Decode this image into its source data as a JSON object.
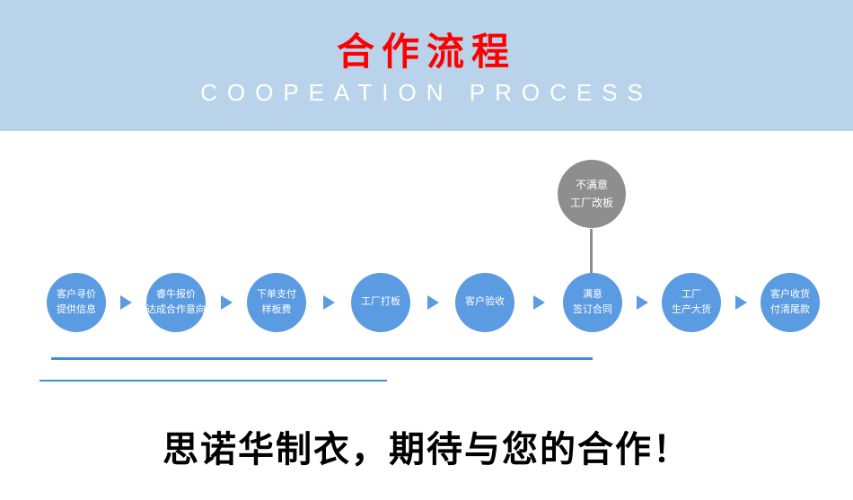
{
  "banner": {
    "title": "合作流程",
    "subtitle": "COOPEATION PROCESS"
  },
  "flow": {
    "alt_node": {
      "text": "不满意\n工厂改板"
    },
    "steps": [
      {
        "text": "客户寻价\n提供信息"
      },
      {
        "text": "睿牛报价\n达成合作意向"
      },
      {
        "text": "下单支付\n样板费"
      },
      {
        "text": "工厂打板"
      },
      {
        "text": "客户验收"
      },
      {
        "text": "满意\n签订合同"
      },
      {
        "text": "工厂\n生产大货"
      },
      {
        "text": "客户收货\n付清尾款"
      }
    ]
  },
  "footer": {
    "slogan": "思诺华制衣，期待与您的合作！"
  },
  "colors": {
    "banner_bg": "#b9d4ea",
    "title_color": "#fe0000",
    "subtitle_color": "#ffffff",
    "circle_color": "#5b9be2",
    "alt_circle_color": "#8e8e8e",
    "line_color": "#3f8fd8",
    "slogan_color": "#000000"
  }
}
